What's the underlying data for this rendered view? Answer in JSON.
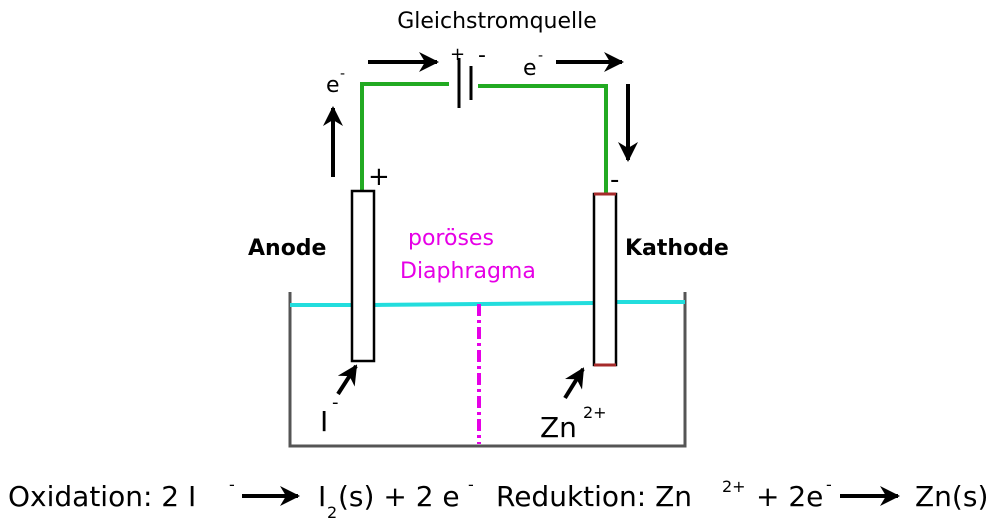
{
  "labels": {
    "source": "Gleichstromquelle",
    "electron": "e",
    "electron_charge": "-",
    "plus": "+",
    "minus": "-",
    "anode": "Anode",
    "cathode": "Kathode",
    "diaphragm_line1": "poröses",
    "diaphragm_line2": "Diaphragma",
    "iodide": "I",
    "iodide_charge": "-",
    "zinc_ion": "Zn",
    "zinc_ion_charge": "2+"
  },
  "equation": {
    "oxidation_label": "Oxidation: 2 I",
    "oxidation_charge": "-",
    "oxidation_product_a": "I",
    "oxidation_product_sub": "2",
    "oxidation_product_b": "(s) + 2 e",
    "oxidation_product_charge": "-",
    "reduction_label": "Reduktion: Zn",
    "reduction_charge": "2+",
    "reduction_plus": "+ 2e",
    "reduction_electron_charge": "-",
    "reduction_product": "Zn(s)"
  },
  "colors": {
    "wire": "#22aa22",
    "electrolyte": "#22dddd",
    "diaphragm": "#e600e6",
    "cathode_cap": "#a52a2a",
    "outline": "#555555"
  }
}
